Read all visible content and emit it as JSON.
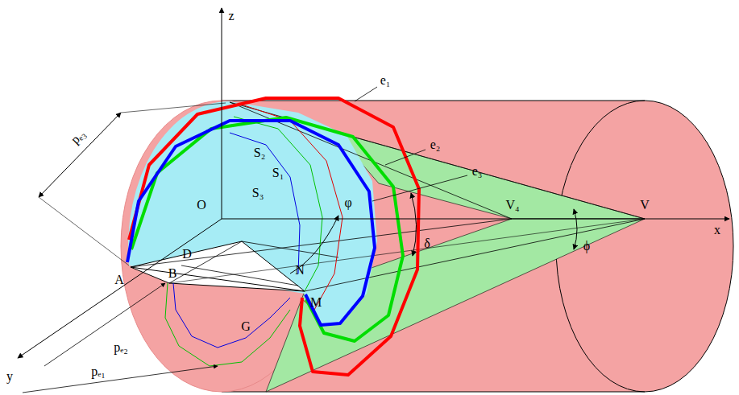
{
  "diagram": {
    "labels": [
      "z",
      "pₑ₃",
      "e₁",
      "e₂",
      "e₃",
      "S₂",
      "S₁",
      "S₃",
      "O",
      "φ",
      "δ",
      "V₄",
      "ϕ",
      "V",
      "x",
      "D",
      "B",
      "A",
      "N",
      "G",
      "M",
      "pₑ₂",
      "pₑ₁",
      "y"
    ]
  }
}
